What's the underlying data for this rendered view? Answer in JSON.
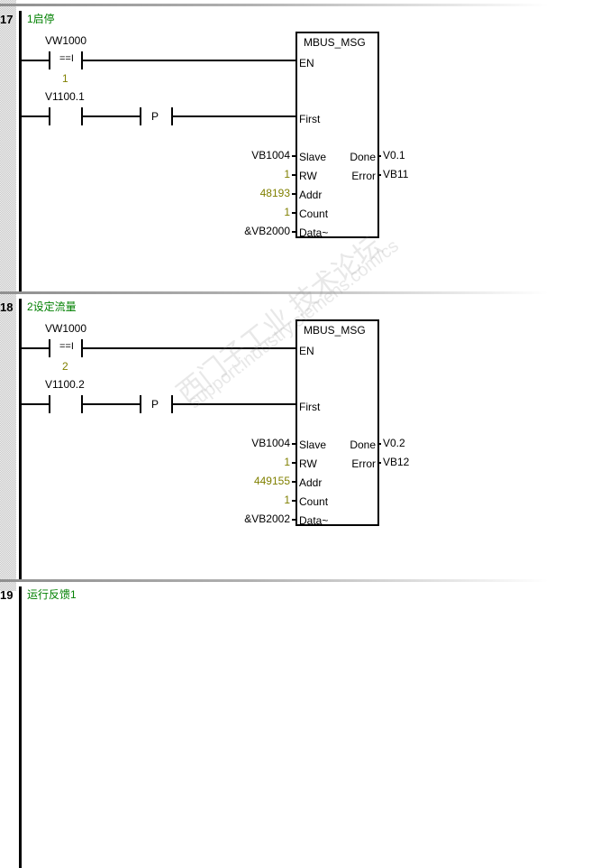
{
  "networks": [
    {
      "number": "17",
      "title": "1启停",
      "compare": {
        "operand": "VW1000",
        "op": "==I",
        "value": "1"
      },
      "contact": {
        "operand": "V1100.1"
      },
      "edge": "P",
      "block": {
        "name": "MBUS_MSG",
        "en": "EN",
        "first": "First",
        "inputs": [
          {
            "pin": "Slave",
            "value": "VB1004",
            "const": false
          },
          {
            "pin": "RW",
            "value": "1",
            "const": true
          },
          {
            "pin": "Addr",
            "value": "48193",
            "const": true
          },
          {
            "pin": "Count",
            "value": "1",
            "const": true
          },
          {
            "pin": "Data~",
            "value": "&VB2000",
            "const": false
          }
        ],
        "outputs": [
          {
            "pin": "Done",
            "value": "V0.1"
          },
          {
            "pin": "Error",
            "value": "VB11"
          }
        ]
      }
    },
    {
      "number": "18",
      "title": "2设定流量",
      "compare": {
        "operand": "VW1000",
        "op": "==I",
        "value": "2"
      },
      "contact": {
        "operand": "V1100.2"
      },
      "edge": "P",
      "block": {
        "name": "MBUS_MSG",
        "en": "EN",
        "first": "First",
        "inputs": [
          {
            "pin": "Slave",
            "value": "VB1004",
            "const": false
          },
          {
            "pin": "RW",
            "value": "1",
            "const": true
          },
          {
            "pin": "Addr",
            "value": "449155",
            "const": true
          },
          {
            "pin": "Count",
            "value": "1",
            "const": true
          },
          {
            "pin": "Data~",
            "value": "&VB2002",
            "const": false
          }
        ],
        "outputs": [
          {
            "pin": "Done",
            "value": "V0.2"
          },
          {
            "pin": "Error",
            "value": "VB12"
          }
        ]
      }
    },
    {
      "number": "19",
      "title": "运行反馈1"
    }
  ],
  "watermark": {
    "line1": "西门子工业 技术论坛",
    "line2": "support.industry.siemens.com/cs"
  }
}
